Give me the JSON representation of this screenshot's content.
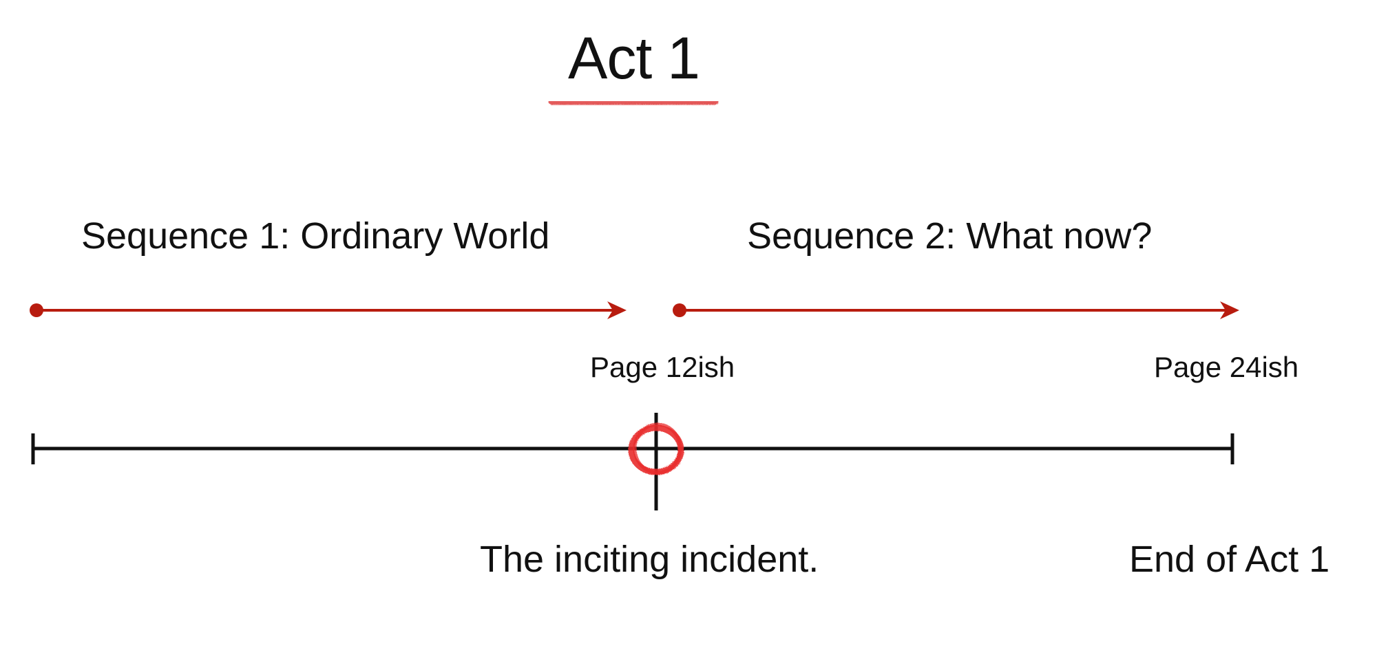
{
  "title": "Act 1",
  "sequences": [
    {
      "label": "Sequence 1:  Ordinary World"
    },
    {
      "label": "Sequence 2:  What now?"
    }
  ],
  "page_markers": [
    {
      "label": "Page 12ish"
    },
    {
      "label": "Page 24ish"
    }
  ],
  "events": [
    {
      "label": "The inciting incident."
    },
    {
      "label": "End of Act 1"
    }
  ],
  "colors": {
    "arrow": "#b81c0f",
    "circle": "#e82b2b",
    "underline": "#e24c4c",
    "timeline": "#111111"
  }
}
